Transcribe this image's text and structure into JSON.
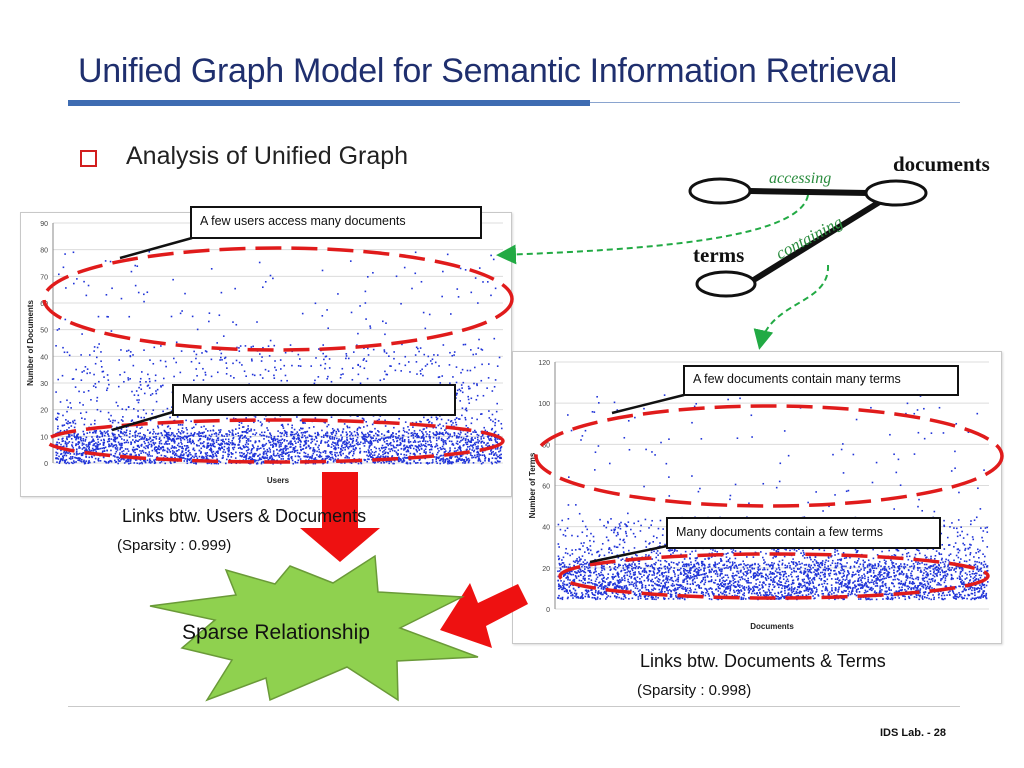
{
  "slide": {
    "title": "Unified Graph Model for Semantic Information Retrieval",
    "bullet": "Analysis of Unified Graph",
    "footer": "IDS Lab. - 28"
  },
  "graph": {
    "node_documents": "documents",
    "node_terms": "terms",
    "edge_accessing": "accessing",
    "edge_containing": "containing"
  },
  "left_panel": {
    "callout_top": "A few users access many documents",
    "callout_bottom": "Many users access a few documents",
    "caption": "Links btw. Users & Documents",
    "sparsity": "(Sparsity : 0.999)"
  },
  "right_panel": {
    "callout_top": "A few documents contain many terms",
    "callout_bottom": "Many documents contain a few terms",
    "caption": "Links btw. Documents & Terms",
    "sparsity": "(Sparsity : 0.998)"
  },
  "burst_label": "Sparse Relationship",
  "colors": {
    "title": "#1f2f6e",
    "rule": "#3e6cb2",
    "dots": "#1f33d8",
    "dashed_ellipse": "#e01b1b",
    "arrow": "#ee1111",
    "burst_fill": "#8fd14f",
    "connector": "#22aa44"
  },
  "chart_data": [
    {
      "type": "scatter",
      "xlabel": "Users",
      "ylabel": "Number of Documents",
      "ylim": [
        0,
        90
      ],
      "y_ticks": [
        0,
        10,
        20,
        30,
        40,
        50,
        60,
        70,
        80,
        90
      ],
      "grid": true,
      "distribution": {
        "dense_band": [
          0,
          12
        ],
        "mid_band": [
          12,
          45
        ],
        "sparse_max": 80
      }
    },
    {
      "type": "scatter",
      "xlabel": "Documents",
      "ylabel": "Number of Terms",
      "ylim": [
        0,
        120
      ],
      "y_ticks": [
        0,
        20,
        40,
        60,
        80,
        100,
        120
      ],
      "grid": true,
      "distribution": {
        "dense_band": [
          5,
          22
        ],
        "mid_band": [
          22,
          45
        ],
        "sparse_max": 105
      }
    }
  ]
}
